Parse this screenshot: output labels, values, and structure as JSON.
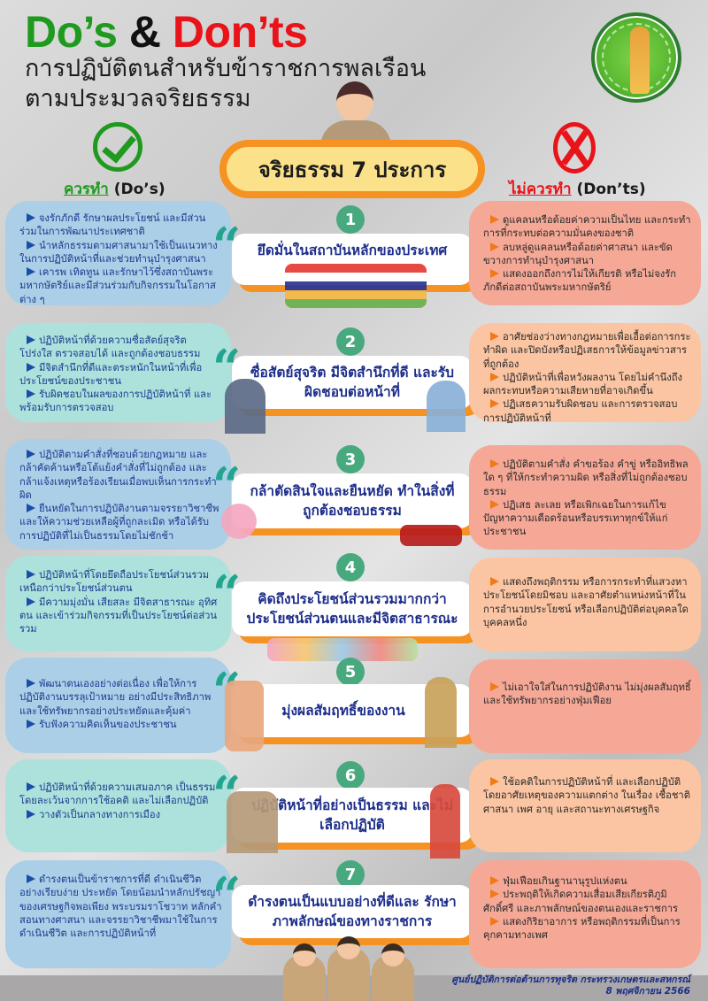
{
  "header": {
    "title_dos": "Do’s",
    "title_amp": "&",
    "title_donts": "Don’ts",
    "subtitle_line1": "การปฏิบัติตนสำหรับข้าราชการพลเรือน",
    "subtitle_line2": "ตามประมวลจริยธรรม",
    "logo_icon": "ministry-seal-icon"
  },
  "columns": {
    "do_thai": "ควรทำ",
    "do_en": "(Do’s)",
    "dont_thai": "ไม่ควรทำ",
    "dont_en": "(Don’ts)",
    "do_icon": "check-circle-icon",
    "dont_icon": "x-circle-icon"
  },
  "banner": {
    "title": "จริยธรรม 7 ประการ"
  },
  "colors": {
    "do_green": "#1f9a1f",
    "dont_red": "#e8141a",
    "banner_orange": "#f59222",
    "banner_yellow": "#fbe28a",
    "number_green": "#49a97e",
    "principle_text": "#1c2d8a"
  },
  "principles": [
    {
      "number": "1",
      "title": "ยึดมั่นในสถาบันหลักของประเทศ",
      "dos": [
        "จงรักภักดี รักษาผลประโยชน์ และมีส่วนร่วมในการพัฒนาประเทศชาติ",
        "นำหลักธรรมตามศาสนามาใช้เป็นแนวทางในการปฏิบัติหน้าที่และช่วยทำนุบำรุงศาสนา",
        "เคารพ เทิดทูน และรักษาไว้ซึ่งสถาบันพระมหากษัตริย์และมีส่วนร่วมกับกิจกรรมในโอกาสต่าง ๆ"
      ],
      "donts": [
        "ดูแคลนหรือด้อยค่าความเป็นไทย และกระทำการที่กระทบต่อความมั่นคงของชาติ",
        "ลบหลู่ดูแคลนหรือด้อยค่าศาสนา และขัดขวางการทำนุบำรุงศาสนา",
        "แสดงออกถึงการไม่ให้เกียรติ หรือไม่จงรักภักดีต่อสถาบันพระมหากษัตริย์"
      ]
    },
    {
      "number": "2",
      "title": "ซื่อสัตย์สุจริต มีจิตสำนึกที่ดี และรับผิดชอบต่อหน้าที่",
      "dos": [
        "ปฏิบัติหน้าที่ด้วยความซื่อสัตย์สุจริต โปร่งใส ตรวจสอบได้ และถูกต้องชอบธรรม",
        "มีจิตสำนึกที่ดีและตระหนักในหน้าที่เพื่อประโยชน์ของประชาชน",
        "รับผิดชอบในผลของการปฏิบัติหน้าที่ และพร้อมรับการตรวจสอบ"
      ],
      "donts": [
        "อาศัยช่องว่างทางกฎหมายเพื่อเอื้อต่อการกระทำผิด และปิดบังหรือปฏิเสธการให้ข้อมูลข่าวสารที่ถูกต้อง",
        "ปฏิบัติหน้าที่เพื่อหวังผลงาน โดยไม่คำนึงถึงผลกระทบหรือความเสียหายที่อาจเกิดขึ้น",
        "ปฏิเสธความรับผิดชอบ และการตรวจสอบการปฏิบัติหน้าที่"
      ]
    },
    {
      "number": "3",
      "title": "กล้าตัดสินใจและยืนหยัด ทำในสิ่งที่ถูกต้องชอบธรรม",
      "dos": [
        "ปฏิบัติตามคำสั่งที่ชอบด้วยกฎหมาย และกล้าคัดค้านหรือโต้แย้งคำสั่งที่ไม่ถูกต้อง และกล้าแจ้งเหตุหรือร้องเรียนเมื่อพบเห็นการกระทำผิด",
        "ยืนหยัดในการปฏิบัติงานตามจรรยาวิชาชีพ และให้ความช่วยเหลือผู้ที่ถูกละเมิด หรือได้รับการปฏิบัติที่ไม่เป็นธรรมโดยไม่ชักช้า"
      ],
      "donts": [
        "ปฏิบัติตามคำสั่ง คำขอร้อง คำขู่ หรืออิทธิพลใด ๆ ที่ให้กระทำความผิด หรือสิ่งที่ไม่ถูกต้องชอบธรรม",
        "ปฏิเสธ ละเลย หรือเพิกเฉยในการแก้ไขปัญหาความเดือดร้อนหรือบรรเทาทุกข์ให้แก่ประชาชน"
      ]
    },
    {
      "number": "4",
      "title": "คิดถึงประโยชน์ส่วนรวมมากกว่า ประโยชน์ส่วนตนและมีจิตสาธารณะ",
      "dos": [
        "ปฏิบัติหน้าที่โดยยึดถือประโยชน์ส่วนรวมเหนือกว่าประโยชน์ส่วนตน",
        "มีความมุ่งมั่น เสียสละ มีจิตสาธารณะ อุทิศตน และเข้าร่วมกิจกรรมที่เป็นประโยชน์ต่อส่วนรวม"
      ],
      "donts": [
        "แสดงถึงพฤติกรรม หรือการกระทำที่แสวงหาประโยชน์โดยมิชอบ และอาศัยตำแหน่งหน้าที่ในการอำนวยประโยชน์ หรือเลือกปฏิบัติต่อบุคคลใดบุคคลหนึ่ง"
      ]
    },
    {
      "number": "5",
      "title": "มุ่งผลสัมฤทธิ์ของงาน",
      "dos": [
        "พัฒนาตนเองอย่างต่อเนื่อง เพื่อให้การปฏิบัติงานบรรลุเป้าหมาย อย่างมีประสิทธิภาพ และใช้ทรัพยากรอย่างประหยัดและคุ้มค่า",
        "รับฟังความคิดเห็นของประชาชน"
      ],
      "donts": [
        "ไม่เอาใจใส่ในการปฏิบัติงาน ไม่มุ่งผลสัมฤทธิ์ และใช้ทรัพยากรอย่างฟุ่มเฟือย"
      ]
    },
    {
      "number": "6",
      "title": "ปฏิบัติหน้าที่อย่างเป็นธรรม และไม่เลือกปฏิบัติ",
      "dos": [
        "ปฏิบัติหน้าที่ด้วยความเสมอภาค เป็นธรรม โดยละเว้นจากการใช้อคติ และไม่เลือกปฏิบัติ",
        "วางตัวเป็นกลางทางการเมือง"
      ],
      "donts": [
        "ใช้อคติในการปฏิบัติหน้าที่ และเลือกปฏิบัติโดยอาศัยเหตุของความแตกต่าง ในเรื่อง เชื้อชาติ ศาสนา เพศ อายุ และสถานะทางเศรษฐกิจ"
      ]
    },
    {
      "number": "7",
      "title": "ดำรงตนเป็นแบบอย่างที่ดีและ รักษาภาพลักษณ์ของทางราชการ",
      "dos": [
        "ดำรงตนเป็นข้าราชการที่ดี ดำเนินชีวิตอย่างเรียบง่าย ประหยัด โดยน้อมนำหลักปรัชญาของเศรษฐกิจพอเพียง พระบรมราโชวาท หลักคำสอนทางศาสนา และจรรยาวิชาชีพมาใช้ในการดำเนินชีวิต และการปฏิบัติหน้าที่"
      ],
      "donts": [
        "ฟุ่มเฟือยเกินฐานานุรูปแห่งตน",
        "ประพฤติให้เกิดความเสื่อมเสียเกียรติภูมิ ศักดิ์ศรี และภาพลักษณ์ของตนเองและราชการ",
        "แสดงกิริยาอาการ หรือพฤติกรรมที่เป็นการคุกคามทางเพศ"
      ]
    }
  ],
  "footer": {
    "organization": "ศูนย์ปฏิบัติการต่อต้านการทุจริต กระทรวงเกษตรและสหกรณ์",
    "date": "8 พฤศจิกายน 2566"
  }
}
